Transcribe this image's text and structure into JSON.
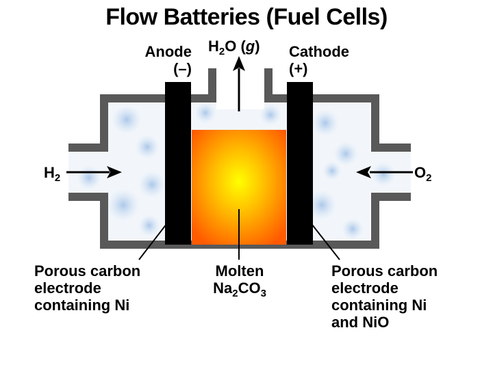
{
  "title": "Flow Batteries (Fuel Cells)",
  "anode": {
    "line1": "Anode",
    "line2": "(–)"
  },
  "cathode": {
    "line1": "Cathode",
    "line2": "(+)"
  },
  "outlet": {
    "main": "H",
    "sub": "2",
    "rest": "O (",
    "state": "g",
    "close": ")"
  },
  "inlet_left": {
    "main": "H",
    "sub": "2"
  },
  "inlet_right": {
    "main": "O",
    "sub": "2"
  },
  "label_left": {
    "line1": "Porous carbon",
    "line2": "electrode",
    "line3": "containing Ni"
  },
  "label_center": {
    "line1": "Molten",
    "p1": "Na",
    "s1": "2",
    "p2": "CO",
    "s2": "3"
  },
  "label_right": {
    "line1": "Porous carbon",
    "line2": "electrode",
    "line3": "containing Ni",
    "line4": "and NiO"
  },
  "colors": {
    "housing": "#595959",
    "electrode": "#000000",
    "electrolyte_center": "#ffff00",
    "electrolyte_edge": "#ff5a00",
    "gas_fill": "#eef4fb"
  }
}
